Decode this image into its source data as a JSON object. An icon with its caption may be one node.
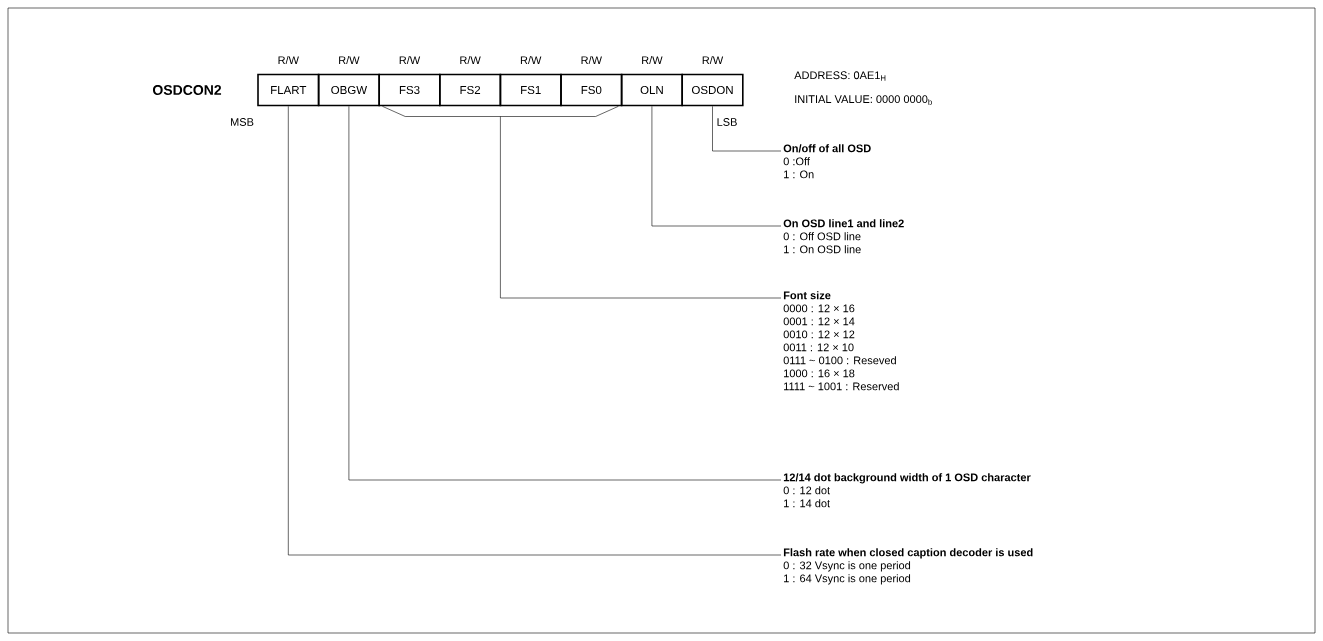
{
  "diagram": {
    "nodes": [
      {
        "text": [
          "FLART"
        ]
      },
      {
        "text": [
          "OBGW"
        ]
      },
      {
        "text": [
          "FS3"
        ]
      },
      {
        "text": [
          "FS2"
        ]
      },
      {
        "text": [
          "FS1"
        ]
      },
      {
        "text": [
          "FS0"
        ]
      },
      {
        "text": [
          "OLN"
        ]
      },
      {
        "text": [
          "OSDON"
        ]
      },
      {
        "text": [
          "On/off of all OSD",
          "0 :Off",
          "1 : On"
        ]
      },
      {
        "text": [
          "On OSD line1 and line2",
          "0 : Off OSD line",
          "1 : On OSD line"
        ]
      },
      {
        "text": [
          "Font size",
          "0000 : 12 × 16",
          "0001 : 12 × 14",
          "0010 : 12 × 12",
          "0011 : 12 × 10",
          "0111 ~ 0100 : Reseved",
          "1000 : 16 × 18",
          "1111 ~ 1001 : Reserved"
        ]
      },
      {
        "text": [
          "12/14 dot background width of 1 OSD character",
          "0 : 12 dot",
          "1 : 14 dot"
        ]
      },
      {
        "text": [
          "Flash rate when closed caption decoder is used",
          "0 : 32 Vsync is one period",
          "1 : 64 Vsync is one period"
        ]
      }
    ],
    "edges": [
      {
        "from": 7,
        "to": 8,
        "arrow": "none"
      },
      {
        "from": 6,
        "to": 9,
        "arrow": "none"
      },
      {
        "from": 2,
        "to": 10,
        "arrow": "none"
      },
      {
        "from": 3,
        "to": 10,
        "arrow": "none"
      },
      {
        "from": 4,
        "to": 10,
        "arrow": "none"
      },
      {
        "from": 5,
        "to": 10,
        "arrow": "none"
      },
      {
        "from": 1,
        "to": 11,
        "arrow": "none"
      },
      {
        "from": 0,
        "to": 12,
        "arrow": "none"
      }
    ],
    "labels": [
      "R/W",
      "R/W",
      "R/W",
      "R/W",
      "R/W",
      "R/W",
      "R/W",
      "R/W",
      "OSDCON2",
      "ADDRESS: 0AE1$_{H}$",
      "INITIAL VALUE: 0000 0000$_{b}$",
      "MSB",
      "LSB"
    ]
  }
}
